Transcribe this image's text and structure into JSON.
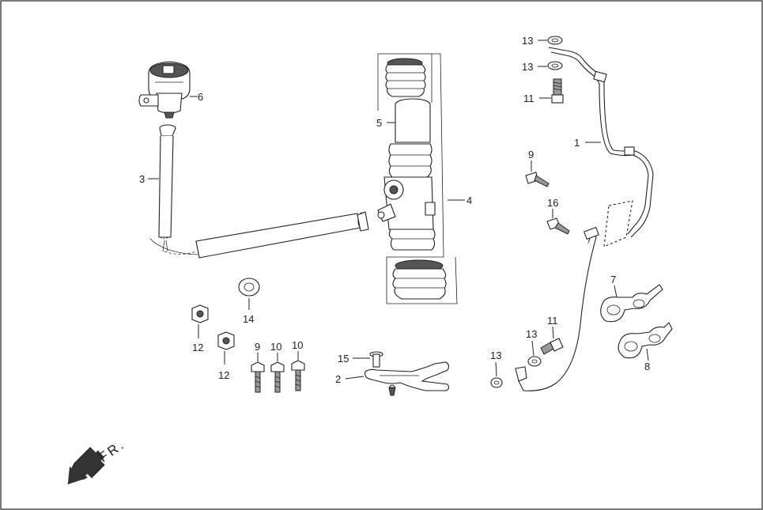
{
  "callouts": {
    "c1": "1",
    "c2": "2",
    "c3": "3",
    "c4": "4",
    "c5": "5",
    "c6": "6",
    "c7": "7",
    "c8": "8",
    "c9a": "9",
    "c9b": "9",
    "c10a": "10",
    "c10b": "10",
    "c11a": "11",
    "c11b": "11",
    "c12a": "12",
    "c12b": "12",
    "c13a": "13",
    "c13b": "13",
    "c13c": "13",
    "c13d": "13",
    "c14": "14",
    "c15": "15",
    "c16": "16"
  },
  "direction": {
    "label": "FR."
  }
}
